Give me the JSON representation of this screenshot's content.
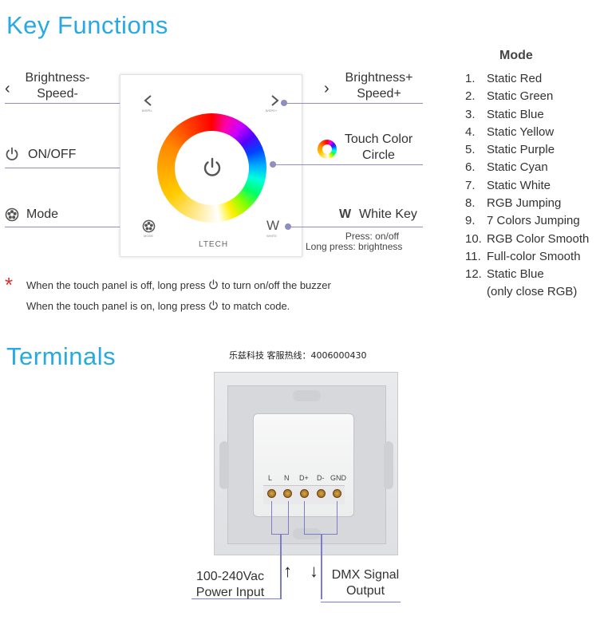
{
  "key_functions": {
    "title": "Key Functions",
    "brightness_minus": {
      "line1": "Brightness-",
      "line2": "Speed-"
    },
    "brightness_plus": {
      "line1": "Brightness+",
      "line2": "Speed+"
    },
    "on_off": "ON/OFF",
    "touch_color": {
      "line1": "Touch Color",
      "line2": "Circle"
    },
    "mode": "Mode",
    "white_key": {
      "symbol": "W",
      "label": "White Key"
    },
    "press_note": {
      "line1": "Press: on/off",
      "line2": "Long press: brightness"
    },
    "panel": {
      "speed_minus_caption": "B/SPD-",
      "speed_plus_caption": "B/SPD+",
      "mode_caption": "MODE",
      "white_caption": "WHITE",
      "white_symbol": "W",
      "brand": "LTECH"
    },
    "notes": {
      "asterisk": "*",
      "line1_a": "When the touch panel is off, long press",
      "line1_b": "to turn on/off the buzzer",
      "line2_a": "When the touch panel is on, long press",
      "line2_b": "to match code."
    }
  },
  "mode_list": {
    "title": "Mode",
    "items": [
      {
        "num": "1.",
        "label": "Static Red"
      },
      {
        "num": "2.",
        "label": "Static Green"
      },
      {
        "num": "3.",
        "label": "Static Blue"
      },
      {
        "num": "4.",
        "label": "Static Yellow"
      },
      {
        "num": "5.",
        "label": "Static Purple"
      },
      {
        "num": "6.",
        "label": "Static Cyan"
      },
      {
        "num": "7.",
        "label": "Static White"
      },
      {
        "num": "8.",
        "label": "RGB Jumping"
      },
      {
        "num": "9.",
        "label": "7 Colors Jumping"
      },
      {
        "num": "10.",
        "label": "RGB Color Smooth"
      },
      {
        "num": "11.",
        "label": "Full-color Smooth"
      },
      {
        "num": "12.",
        "label": "Static Blue"
      }
    ],
    "item12_extra": "(only close RGB)"
  },
  "terminals": {
    "title": "Terminals",
    "hotline": "乐兹科技 客服热线：4006000430",
    "labels": [
      "L",
      "N",
      "D+",
      "D-",
      "GND"
    ],
    "power": {
      "line1": "100-240Vac",
      "line2": "Power Input"
    },
    "dmx": {
      "line1": "DMX Signal",
      "line2": "Output"
    },
    "arrow_up": "↑",
    "arrow_down": "↓"
  }
}
